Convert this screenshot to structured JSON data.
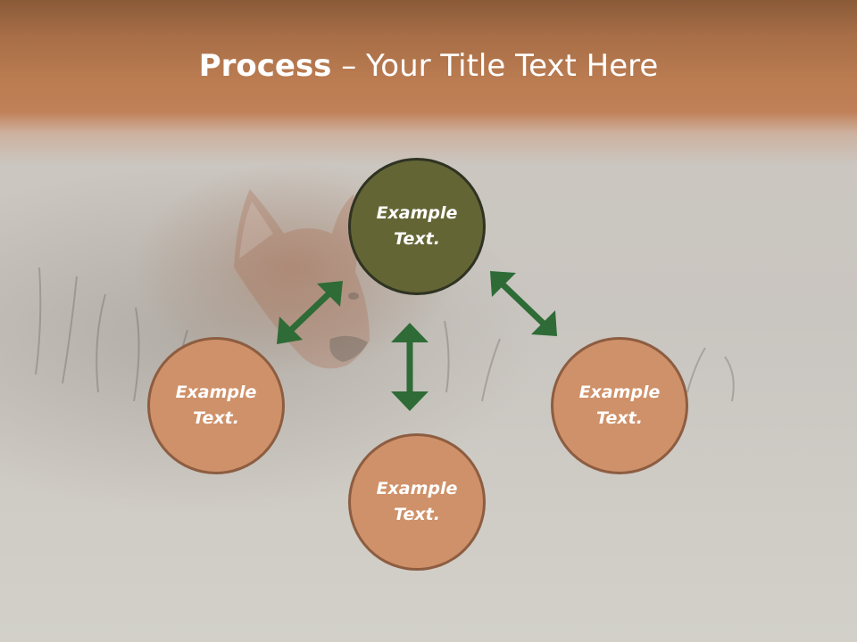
{
  "slide": {
    "title_bold": "Process",
    "title_rest": " – Your Title Text Here"
  },
  "nodes": {
    "top": "Example\nText.",
    "left": "Example\nText.",
    "right": "Example\nText.",
    "bottom": "Example\nText."
  },
  "colors": {
    "header_band": "#bd7d52",
    "center_node_fill": "#646535",
    "center_node_border": "#2f3322",
    "outer_node_fill": "#cf9169",
    "outer_node_border": "#8d5d41",
    "arrow": "#2e6b36",
    "text": "#ffffff"
  }
}
